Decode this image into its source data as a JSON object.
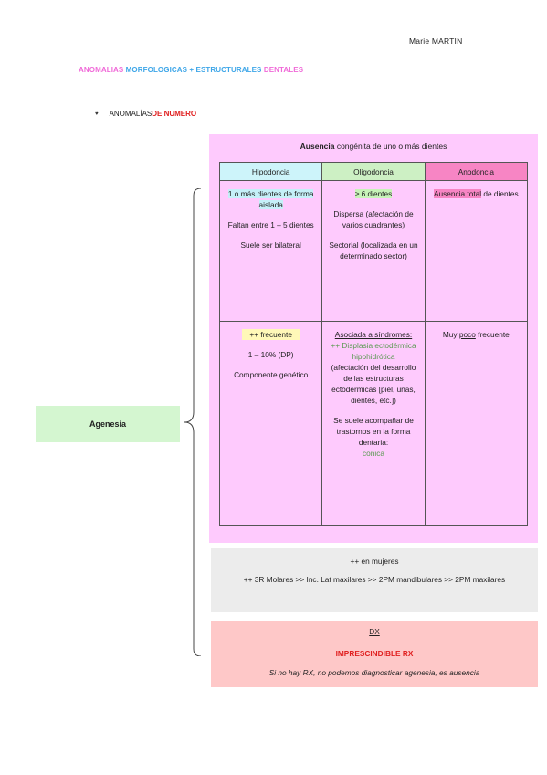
{
  "header": {
    "author": "Marie MARTIN"
  },
  "title": {
    "part1": "ANOMALIAS ",
    "part2": "MORFOLOGICAS + ESTRUCTURALES ",
    "part3": "DENTALES"
  },
  "section": {
    "prefix": "ANOMALÍAS ",
    "highlight": "DE NUMERO"
  },
  "agenesia": {
    "label": "Agenesia"
  },
  "table_box": {
    "heading_bold": "Ausencia",
    "heading_rest": " congénita de uno o más dientes",
    "columns": [
      "Hipodoncia",
      "Oligodoncia",
      "Anodoncia"
    ],
    "row1": {
      "hipo": {
        "line1": "1 o más dientes de forma aislada",
        "line2": "Faltan entre 1 – 5 dientes",
        "line3": "Suele ser bilateral"
      },
      "oligo": {
        "line1": "≥ 6 dientes",
        "dispersa_label": "Dispersa",
        "dispersa_text": " (afectación de varios cuadrantes)",
        "sectorial_label": "Sectorial",
        "sectorial_text": " (localizada en un determinado sector)"
      },
      "ano": {
        "highlight": "Ausencia total",
        "rest": " de dientes"
      }
    },
    "row2": {
      "hipo": {
        "line1": "++ frecuente",
        "line2": "1 – 10% (DP)",
        "line3": "Componente genético"
      },
      "oligo": {
        "line1": "Asociada a síndromes:",
        "line2": "++ Displasia ectodérmica hipohidrótica",
        "line3": "(afectación del desarrollo de las estructuras ectodérmicas [piel, uñas, dientes, etc.])",
        "line4": "Se suele acompañar de trastornos en la forma dentaria:",
        "line5": "cónica"
      },
      "ano": {
        "part1": "Muy ",
        "part2": "poco",
        "part3": " frecuente"
      }
    }
  },
  "freq_box": {
    "line1": "++ en mujeres",
    "line2": "++ 3R Molares >> Inc. Lat maxilares >> 2PM mandibulares >> 2PM maxilares"
  },
  "dx_box": {
    "title": "DX",
    "important": "IMPRESCINDIBLE RX",
    "note": "Si no hay RX, no podemos diagnosticar agenesia, es ausencia"
  },
  "colors": {
    "pink_title": "#f06ad8",
    "blue_title": "#3ea6e8",
    "red": "#e02020",
    "table_bg": "#fecafd",
    "green_text": "#5a9a52"
  }
}
